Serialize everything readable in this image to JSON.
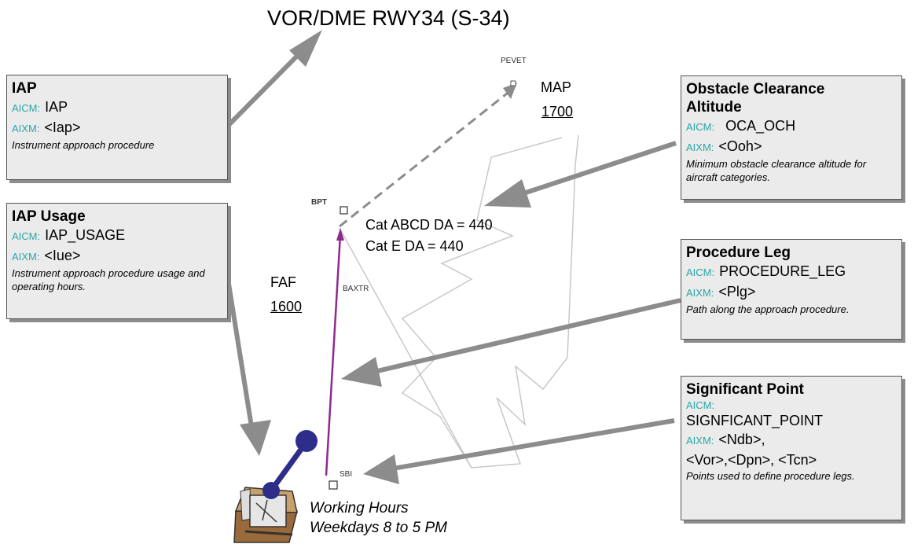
{
  "title": "VOR/DME RWY34 (S-34)",
  "colors": {
    "arrow": "#8c8c8c",
    "leg": "#8e2a8e",
    "box_bg": "#ebebeb",
    "aicm_tag": "#2aa6a6",
    "route_outline": "#c8c8c8",
    "clock_stick": "#2e2e8a"
  },
  "boxes": {
    "iap": {
      "header": "IAP",
      "aicm_label": "AICM:",
      "aicm_value": "IAP",
      "aixm_label": "AIXM:",
      "aixm_value": "<Iap>",
      "description": "Instrument approach procedure"
    },
    "iap_usage": {
      "header": "IAP Usage",
      "aicm_label": "AICM:",
      "aicm_value": "IAP_USAGE",
      "aixm_label": "AIXM:",
      "aixm_value": "<Iue>",
      "description": "Instrument approach procedure usage and operating hours."
    },
    "oca": {
      "header": "Obstacle Clearance Altitude",
      "aicm_label": "AICM:",
      "aicm_value": "OCA_OCH",
      "aixm_label": "AIXM:",
      "aixm_value": "<Ooh>",
      "description": "Minimum obstacle clearance altitude for aircraft categories."
    },
    "procedure_leg": {
      "header": "Procedure Leg",
      "aicm_label": "AICM:",
      "aicm_value": "PROCEDURE_LEG",
      "aixm_label": "AIXM:",
      "aixm_value": "<Plg>",
      "description": "Path along the approach procedure."
    },
    "significant_point": {
      "header": "Significant Point",
      "aicm_label": "AICM:",
      "aicm_value": "SIGNFICANT_POINT",
      "aixm_label": "AIXM:",
      "aixm_value_1": "<Ndb>,",
      "aixm_value_2": "<Vor>,<Dpn>, <Tcn>",
      "description": "Points used to define procedure legs."
    }
  },
  "chart": {
    "map_label": "MAP",
    "map_alt": "1700",
    "faf_label": "FAF",
    "faf_alt": "1600",
    "cat_abcd": "Cat ABCD DA = 440",
    "cat_e": "Cat E DA = 440",
    "waypoints": {
      "pevet": "PEVET",
      "bpt": "BPT",
      "baxtr": "BAXTR",
      "sbi": "SBI"
    }
  },
  "working_hours": {
    "line1": "Working Hours",
    "line2": "Weekdays 8 to 5 PM"
  }
}
